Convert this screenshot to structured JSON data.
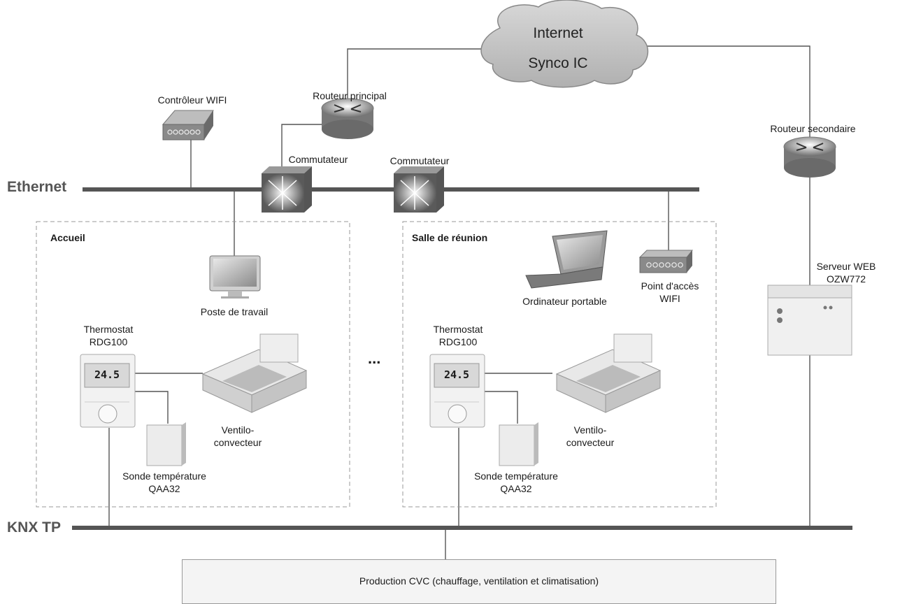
{
  "cloud": {
    "line1": "Internet",
    "line2": "Synco IC"
  },
  "buses": {
    "ethernet": "Ethernet",
    "knx": "KNX TP"
  },
  "devices": {
    "wifi_controller": "Contrôleur WIFI",
    "main_router": "Routeur principal",
    "secondary_router": "Routeur secondaire",
    "switch_1": "Commutateur",
    "switch_2": "Commutateur",
    "web_server_line1": "Serveur WEB",
    "web_server_line2": "OZW772"
  },
  "zones": {
    "reception": {
      "title": "Accueil",
      "workstation": "Poste de travail",
      "thermostat_line1": "Thermostat",
      "thermostat_line2": "RDG100",
      "thermostat_display": "24.5",
      "fancoil_line1": "Ventilo-",
      "fancoil_line2": "convecteur",
      "sensor_line1": "Sonde température",
      "sensor_line2": "QAA32"
    },
    "meeting_room": {
      "title": "Salle de réunion",
      "laptop": "Ordinateur portable",
      "access_point_line1": "Point d'accès",
      "access_point_line2": "WIFI",
      "thermostat_line1": "Thermostat",
      "thermostat_line2": "RDG100",
      "thermostat_display": "24.5",
      "fancoil_line1": "Ventilo-",
      "fancoil_line2": "convecteur",
      "sensor_line1": "Sonde température",
      "sensor_line2": "QAA32"
    }
  },
  "ellipsis": "...",
  "production": "Production CVC (chauffage, ventilation et climatisation)",
  "icons": {
    "cloud": "cloud-icon",
    "router": "router-icon",
    "switch": "switch-icon",
    "wifi_controller": "wifi-controller-icon",
    "access_point": "access-point-icon",
    "monitor": "monitor-icon",
    "laptop": "laptop-icon",
    "thermostat": "thermostat-icon",
    "fancoil": "fancoil-icon",
    "sensor": "temperature-sensor-icon",
    "web_server": "web-server-icon"
  }
}
